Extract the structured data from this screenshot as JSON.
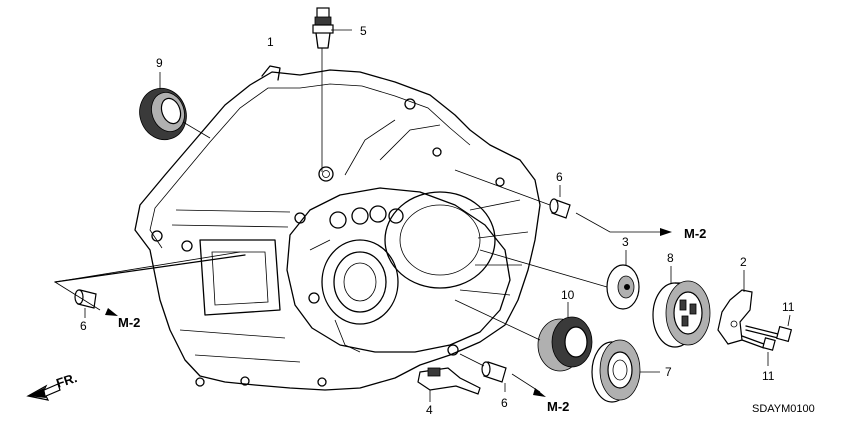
{
  "callouts": {
    "c1": "1",
    "c2": "2",
    "c3": "3",
    "c4": "4",
    "c5": "5",
    "c6_upper": "6",
    "c6_left": "6",
    "c6_lower": "6",
    "c7": "7",
    "c8": "8",
    "c9": "9",
    "c10": "10",
    "c11_upper": "11",
    "c11_lower": "11"
  },
  "references": {
    "m2_upper": "M-2",
    "m2_left": "M-2",
    "m2_lower": "M-2"
  },
  "front_indicator": "FR.",
  "diagram_code": "SDAYM0100"
}
